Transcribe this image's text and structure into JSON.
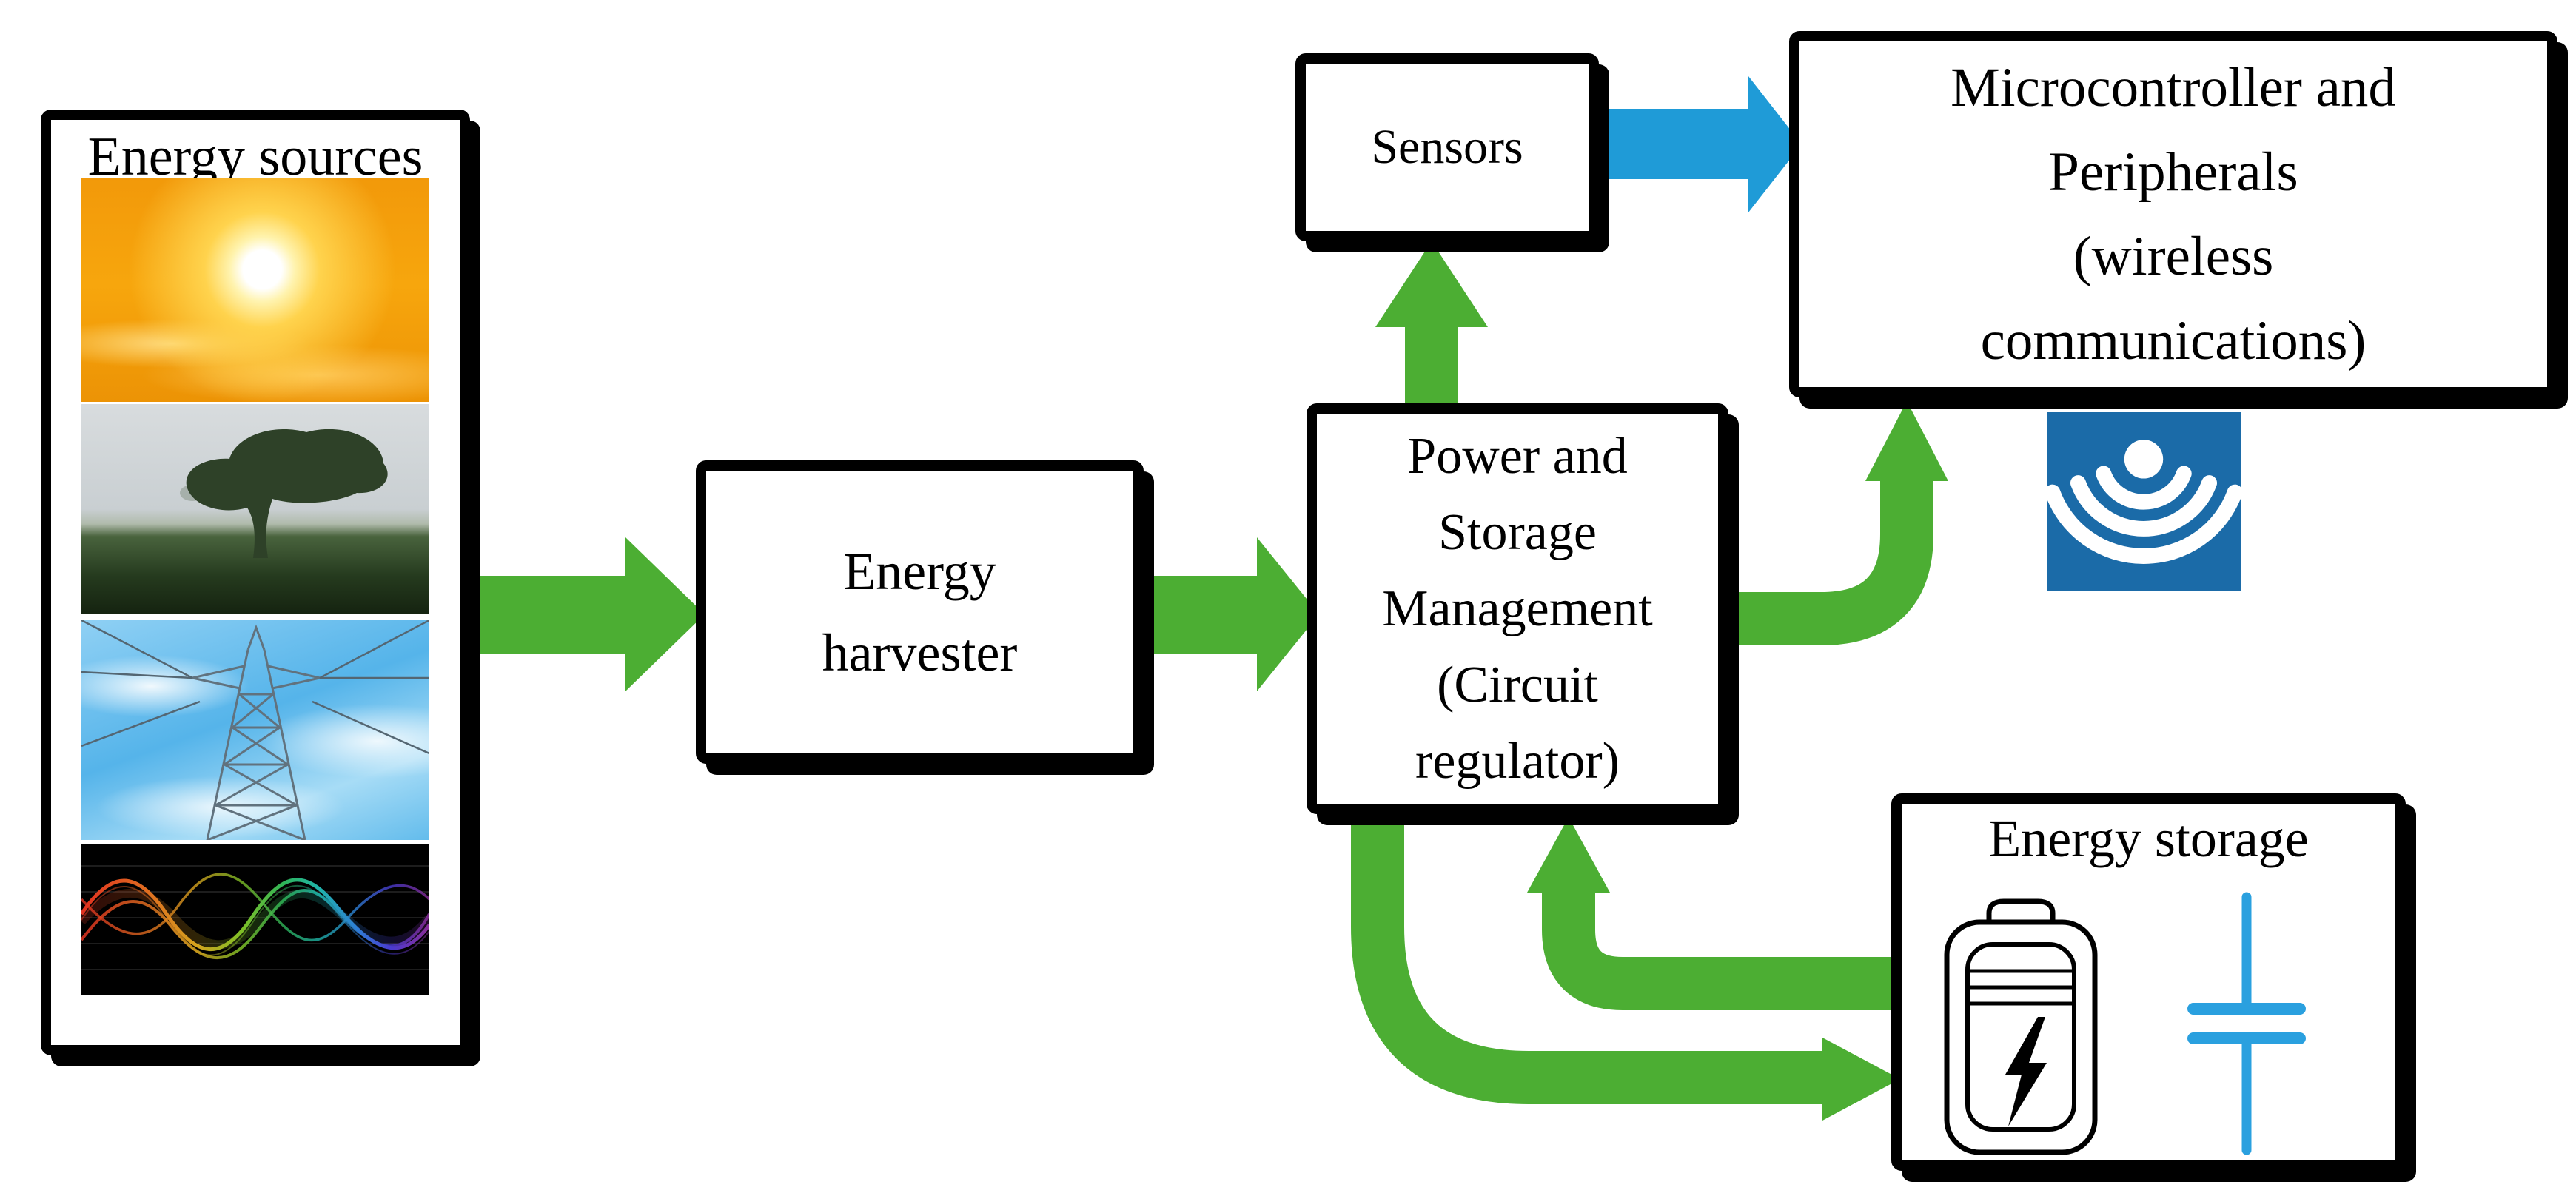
{
  "diagram": {
    "background": "#ffffff",
    "boxes": {
      "energy_sources": {
        "title": "Energy sources"
      },
      "energy_harvester": {
        "line1": "Energy",
        "line2": "harvester"
      },
      "power_management": {
        "line1": "Power and",
        "line2": "Storage",
        "line3": "Management",
        "line4": "(Circuit",
        "line5": "regulator)"
      },
      "sensors": {
        "label": "Sensors"
      },
      "microcontroller": {
        "line1": "Microcontroller and",
        "line2": "Peripherals",
        "line3": "(wireless",
        "line4": "communications)"
      },
      "energy_storage": {
        "title": "Energy storage"
      }
    },
    "source_images": [
      {
        "name": "solar-sun-photo"
      },
      {
        "name": "wind-blown-tree-photo"
      },
      {
        "name": "power-line-pylon-photo"
      },
      {
        "name": "rainbow-vibration-waves-photo"
      }
    ],
    "icons": {
      "wireless": "wifi-signal-icon",
      "battery": "battery-charge-icon",
      "capacitor": "capacitor-symbol-icon"
    },
    "colors": {
      "arrow_green": "#4CAE33",
      "arrow_blue": "#1F9BD7",
      "wifi_blue": "#1B6BA8",
      "capacitor_blue": "#2AA0DF",
      "border_black": "#000000"
    },
    "connections": [
      {
        "from": "energy_sources",
        "to": "energy_harvester",
        "color": "arrow_green"
      },
      {
        "from": "energy_harvester",
        "to": "power_management",
        "color": "arrow_green"
      },
      {
        "from": "power_management",
        "to": "sensors",
        "color": "arrow_green"
      },
      {
        "from": "sensors",
        "to": "microcontroller",
        "color": "arrow_blue"
      },
      {
        "from": "power_management",
        "to": "microcontroller",
        "color": "arrow_green"
      },
      {
        "from": "power_management",
        "to": "energy_storage",
        "color": "arrow_green"
      },
      {
        "from": "energy_storage",
        "to": "power_management",
        "color": "arrow_green"
      }
    ]
  }
}
